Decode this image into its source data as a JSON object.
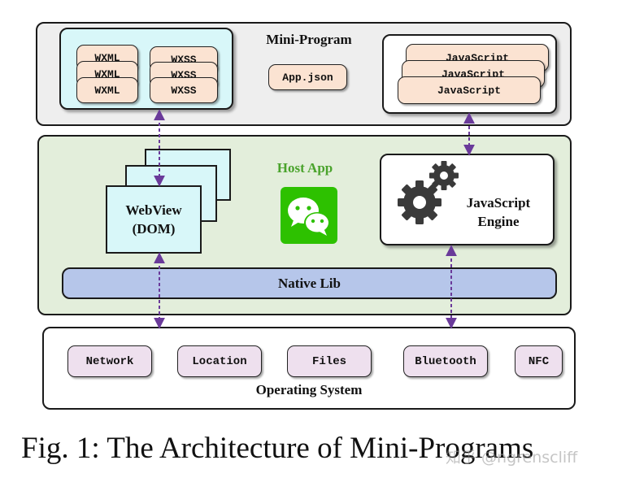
{
  "mini_program": {
    "title": "Mini-Program",
    "wxml": [
      "WXML",
      "WXML",
      "WXML"
    ],
    "wxss": [
      "WXSS",
      "WXSS",
      "WXSS"
    ],
    "app_json": "App.json",
    "javascript": [
      "JavaScript",
      "JavaScript",
      "JavaScript"
    ]
  },
  "host_app": {
    "title": "Host App",
    "webview_line1": "WebView",
    "webview_line2": "(DOM)",
    "js_engine_line1": "JavaScript",
    "js_engine_line2": "Engine",
    "native_lib": "Native Lib"
  },
  "operating_system": {
    "title": "Operating System",
    "items": [
      "Network",
      "Location",
      "Files",
      "Bluetooth",
      "NFC"
    ]
  },
  "caption": "Fig. 1: The Architecture of Mini-Programs",
  "watermark": "知乎 @ngrenscliff",
  "colors": {
    "mini_program_bg": "#eeeeee",
    "code_panel_bg": "#d8f7f9",
    "file_pill_bg": "#fbe3d2",
    "host_app_bg": "#e3eedb",
    "host_app_title": "#4aa32c",
    "webview_bg": "#d8f7f9",
    "native_lib_bg": "#b6c6ea",
    "os_pill_bg": "#eee0ee",
    "arrow": "#6a3a9a",
    "wechat_green": "#2dc100"
  }
}
